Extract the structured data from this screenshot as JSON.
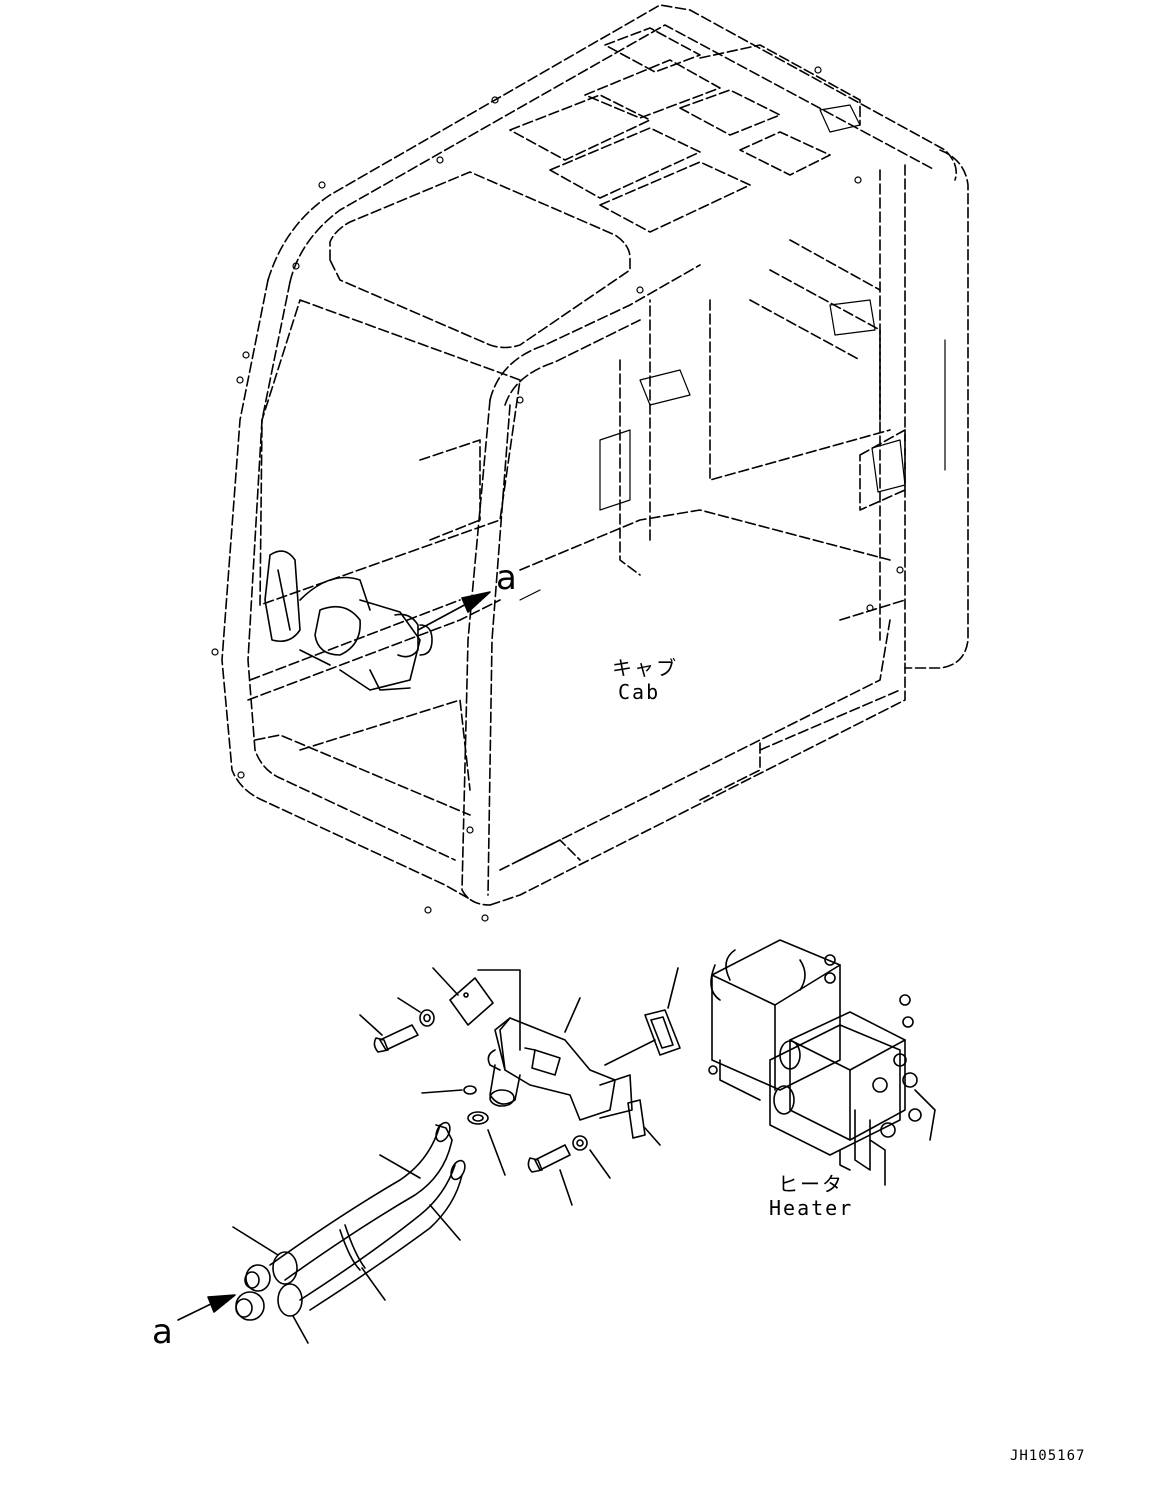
{
  "labels": {
    "cab_jp": "キャブ",
    "cab_en": "Cab",
    "heater_jp": "ヒータ",
    "heater_en": "Heater",
    "view_letter_top": "a",
    "view_letter_bottom": "a",
    "drawing_code": "JH105167"
  },
  "icons": {
    "arrow": "arrow-head-icon"
  }
}
